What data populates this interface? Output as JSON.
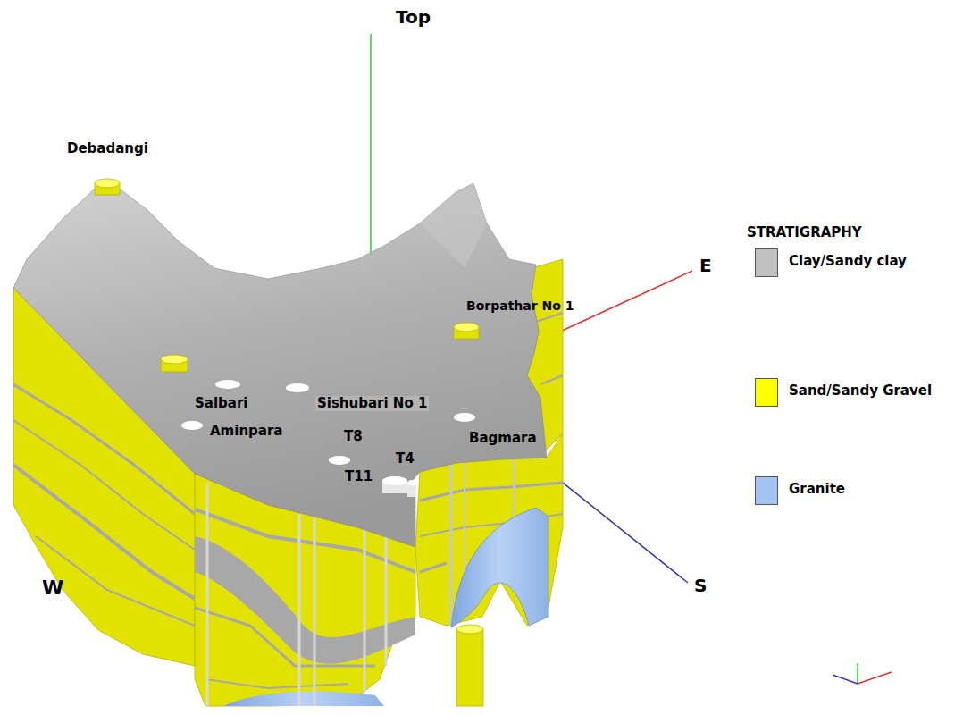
{
  "diagram": {
    "labels": [
      "Top",
      "Debadangi",
      "E",
      "Borpathar No 1",
      "Salbari",
      "Sishubari No 1",
      "T8",
      "Aminpara",
      "Bagmara",
      "T4",
      "T11",
      "W",
      "S",
      "STRATIGRAPHY"
    ],
    "legend": [
      {
        "text": "Clay/Sandy clay",
        "color": "#c0c0c0"
      },
      {
        "text": "Sand/Sandy Gravel",
        "color": "#ffff00"
      },
      {
        "text": "Granite",
        "color": "#a4c2f4"
      }
    ]
  }
}
